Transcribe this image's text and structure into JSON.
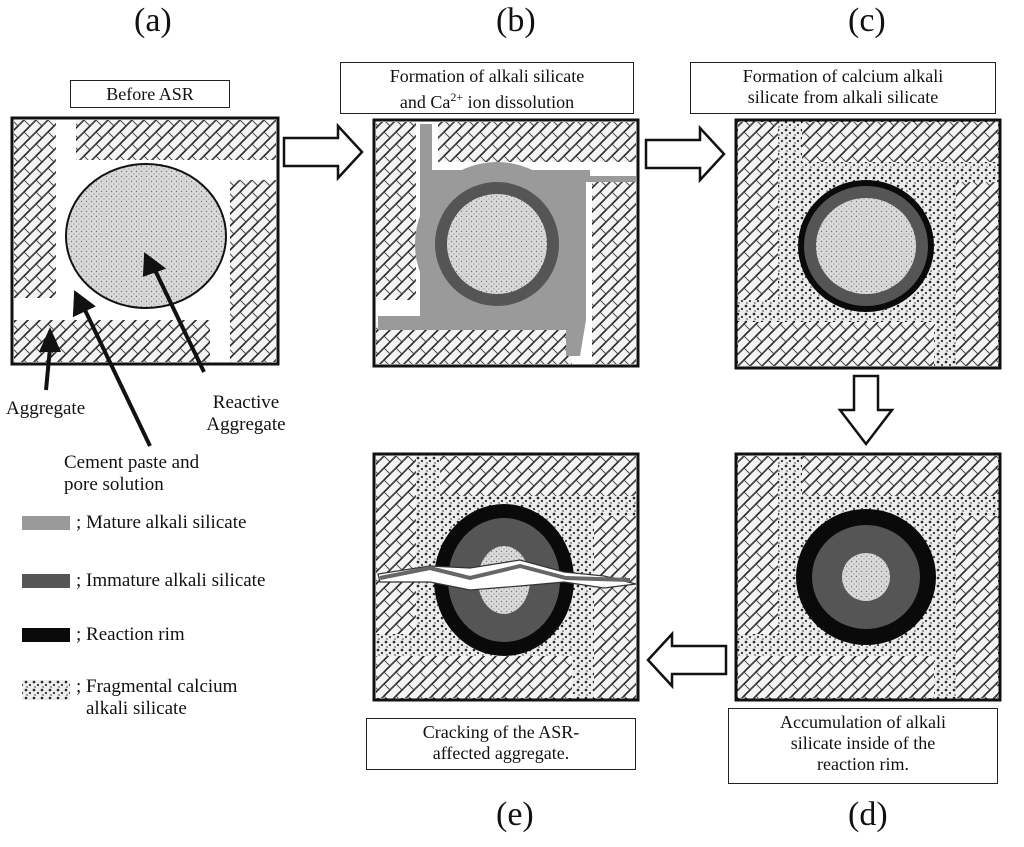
{
  "panels": {
    "a": {
      "letter": "(a)",
      "title": "Before ASR"
    },
    "b": {
      "letter": "(b)",
      "title_line1": "Formation of alkali silicate",
      "title_line2_pre": "and Ca",
      "title_line2_sup": "2+",
      "title_line2_post": " ion dissolution"
    },
    "c": {
      "letter": "(c)",
      "title_line1": "Formation of calcium alkali",
      "title_line2": "silicate from alkali silicate"
    },
    "d": {
      "letter": "(d)",
      "caption_line1": "Accumulation of alkali",
      "caption_line2": "silicate inside of the",
      "caption_line3": "reaction rim."
    },
    "e": {
      "letter": "(e)",
      "caption_line1": "Cracking of the ASR-",
      "caption_line2": "affected aggregate."
    }
  },
  "annotations": {
    "aggregate": "Aggregate",
    "reactive_line1": "Reactive",
    "reactive_line2": "Aggregate",
    "cement_line1": "Cement paste and",
    "cement_line2": "pore solution"
  },
  "legend": {
    "mature": "; Mature alkali silicate",
    "immature": "; Immature alkali silicate",
    "rim": "; Reaction rim",
    "fragmental_line1": "; Fragmental calcium",
    "fragmental_line2": "alkali silicate"
  },
  "colors": {
    "mature": "#9a9a9a",
    "immature": "#555555",
    "rim": "#0a0a0a",
    "reactive": "#d9d9d9",
    "background": "#ffffff"
  }
}
